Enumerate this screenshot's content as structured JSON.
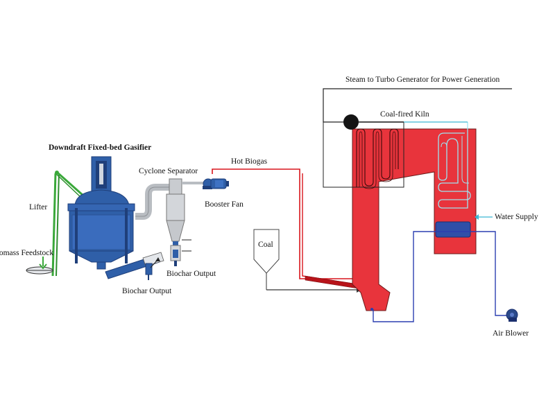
{
  "labels": {
    "gasifier": "Downdraft Fixed-bed Gasifier",
    "lifter": "Lifter",
    "feedstock": "Biomass Feedstock",
    "cyclone": "Cyclone Separator",
    "hot_biogas": "Hot Biogas",
    "booster_fan": "Booster Fan",
    "biochar_output_1": "Biochar Output",
    "biochar_output_2": "Biochar Output",
    "coal": "Coal",
    "steam": "Steam to Turbo Generator for Power Generation",
    "kiln": "Coal-fired Kiln",
    "water_supply": "Water Supply",
    "air_blower": "Air Blower"
  },
  "colors": {
    "equipment_blue": "#2f5fa8",
    "equipment_dark": "#1f3f7a",
    "kiln_red": "#e8343c",
    "hot_gas_line": "#d9141b",
    "air_line": "#2b3fb0",
    "water_line": "#3bb7d4",
    "steam_line": "#222222",
    "lifter_green": "#3aa83a",
    "duct_grey": "#b9bdc2"
  }
}
